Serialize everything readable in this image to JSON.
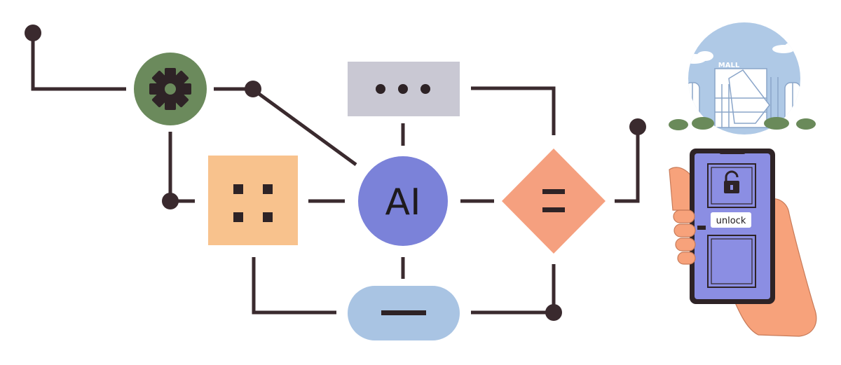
{
  "diagram": {
    "center_label": "AI",
    "mall_sign": "MALL",
    "phone_button": "unlock"
  },
  "colors": {
    "line": "#3a2a2e",
    "gear_node": "#6b8a5c",
    "dots_node": "#c9c8d3",
    "grid_node": "#f8c28d",
    "ai_node": "#7b82d9",
    "equals_node": "#f5a07f",
    "minus_node": "#a9c4e3",
    "phone_screen": "#8b8ee3",
    "sky": "#afc9e6",
    "hand": "#f7a27b"
  },
  "icons": [
    "gear-icon",
    "ellipsis-icon",
    "grid-dots-icon",
    "equals-icon",
    "minus-icon",
    "lock-icon",
    "building-icon"
  ]
}
